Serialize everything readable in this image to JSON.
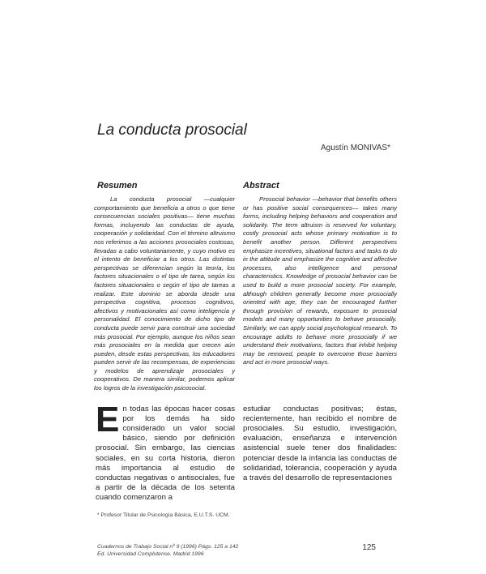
{
  "article": {
    "title": "La conducta prosocial",
    "author": "Agustín MONIVAS*"
  },
  "resumen": {
    "heading": "Resumen",
    "text": "La conducta prosocial —cualquier comportamiento que beneficia a otros o que tiene consecuencias sociales positivas— tiene muchas formas, incluyendo las conductas de ayuda, cooperación y solidaridad. Con el término altruismo nos referimos a las acciones prosociales costosas, llevadas a cabo voluntariamente, y cuyo motivo es el intento de beneficiar a los otros. Las distintas perspectivas se diferencian según la teoría, los factores situacionales o el tipo de tarea, según los factores situacionales o según el tipo de tareas a realizar. Este dominio se aborda desde una perspectiva cognitiva, procesos cognitivos, afectivos y motivacionales así como inteligencia y personalidad. El conocimiento de dicho tipo de conducta puede servir para construir una sociedad más prosocial. Por ejemplo, aunque los niños sean más prosociales en la medida que crecen aún pueden, desde estas perspectivas, los educadores pueden servir de las recompensas, de experiencias y modelos de aprendizaje prosociales y cooperativos. De manera similar, podemos aplicar los logros de la investigación psicosocial."
  },
  "abstract": {
    "heading": "Abstract",
    "text": "Prosocial behavior —behavior that benefits others or has positive social consequences— takes many forms, including helping behaviors and cooperation and solidarity. The term altruism is reserved for voluntary, costly prosocial acts whose primary motivation is to benefit another person. Different perspectives emphasize incentives, situational factors and tasks to do in the attitude and emphasize the cognitive and affective processes, also intelligence and personal characteristics. Knowledge of prosocial behavior can be used to build a more prosocial society. For example, although children generally become more prosocially oriented with age, they can be encouraged further through provision of rewards, exposure to prosocial models and many opportunities to behave prosocially. Similarly, we can apply social psychological research. To encourage adults to behave more prosocially if we understand their motivations, factors that inhibit helping may be removed, people to overcome those barriers and act in more prosocial ways."
  },
  "body": {
    "dropcap": "E",
    "left_text": "n todas las épocas hacer cosas por los demás ha sido considerado un valor social básico, siendo por definición prosocial. Sin embargo, las ciencias sociales, en su corta historia, dieron más importancia al estudio de conductas negativas o antisociales, fue a partir de la década de los setenta cuando comenzaron a",
    "right_text": "estudiar conductas positivas; éstas, recientemente, han recibido el nombre de prosociales. Su estudio, investigación, evaluación, enseñanza e intervención asistencial suele tener dos finalidades: potenciar desde la infancia las conductas de solidaridad, tolerancia, cooperación y ayuda a través del desarrollo de representaciones"
  },
  "footnote": "* Profesor Titular de Psicología Básica, E.U.T.S. UCM.",
  "footer": {
    "line1": "Cuadernos de Trabajo Social nº 9 (1996) Págs. 125 a 142",
    "line2": "Ed. Universidad Complutense. Madrid 1996",
    "page_number": "125"
  }
}
